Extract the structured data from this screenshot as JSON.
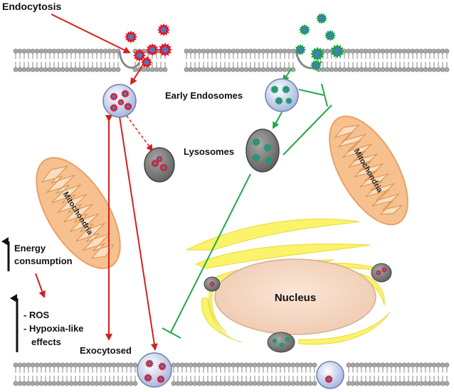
{
  "labels": {
    "endocytosis": "Endocytosis",
    "early_endosomes": "Early Endosomes",
    "lysosomes": "Lysosomes",
    "mitochondria_left": "Mitochondria",
    "mitochondria_right": "Mitochondria",
    "nucleus": "Nucleus",
    "exocytosed": "Exocytosed",
    "energy_line1": "Energy",
    "energy_line2": "consumption",
    "ros": "- ROS",
    "hypoxia_line1": "- Hypoxia-like",
    "hypoxia_line2": "effects"
  },
  "colors": {
    "red_particle": "#e8141c",
    "green_particle": "#17a34a",
    "particle_core": "#4a78c8",
    "red_arrow": "#d42020",
    "green_arrow": "#22a84a",
    "mitochondria_fill": "#f7c08f",
    "nucleus_fill": "#f6dcc8",
    "er_fill": "#fbf36a",
    "vesicle_fill": "#c9d6f0",
    "lysosome_fill": "#7d7d7d",
    "membrane": "#8a8a8a"
  }
}
